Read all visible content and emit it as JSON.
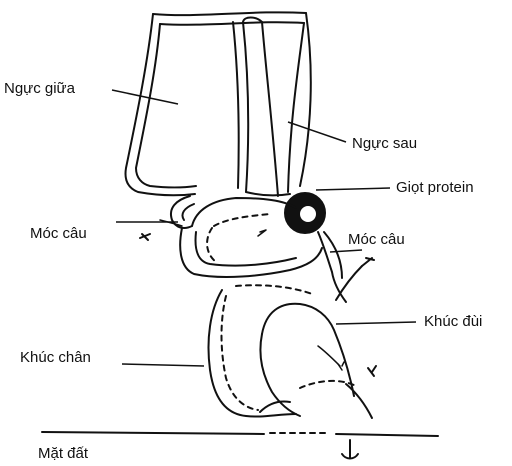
{
  "labels": {
    "nguc_giua": "Ngực giữa",
    "nguc_sau": "Ngực sau",
    "giot_protein": "Giọt protein",
    "moc_cau_left": "Móc câu",
    "moc_cau_right": "Móc câu",
    "khuc_dui": "Khúc đùi",
    "khuc_chan": "Khúc chân",
    "mat_dat": "Mặt đất"
  }
}
